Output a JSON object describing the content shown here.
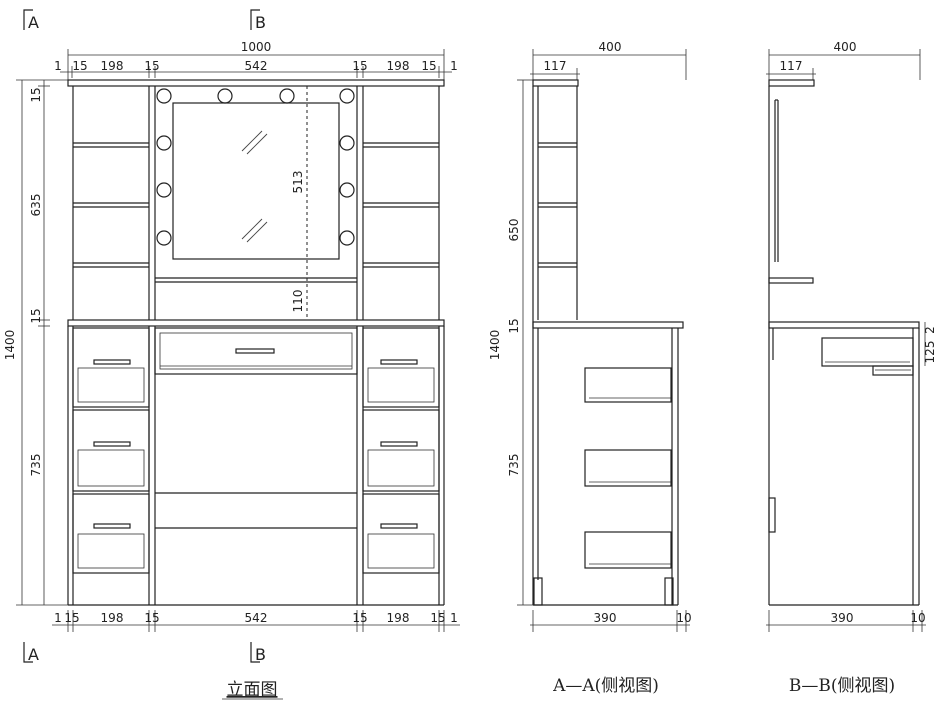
{
  "section_markers": {
    "top_left": "A",
    "top_mid": "B",
    "bottom_left": "A",
    "bottom_mid": "B"
  },
  "front_view": {
    "caption": "立面图",
    "overall_width": "1000",
    "overall_height": "1400",
    "top_row": [
      "1",
      "15",
      "198",
      "15",
      "542",
      "15",
      "198",
      "15",
      "1"
    ],
    "bottom_row": [
      "1",
      "15",
      "198",
      "15",
      "542",
      "15",
      "198",
      "15",
      "1"
    ],
    "left_heights": [
      "15",
      "635",
      "15",
      "735"
    ],
    "mirror_height": "513",
    "mirror_gap": "110"
  },
  "section_a": {
    "caption": "A—A(侧视图)",
    "depth": "400",
    "hutch_depth": "117",
    "height_total": "1400",
    "height_upper": "650",
    "top_thickness": "15",
    "height_lower": "735",
    "base_depth": "390",
    "base_offset": "10"
  },
  "section_b": {
    "caption": "B—B(侧视图)",
    "depth": "400",
    "hutch_depth": "117",
    "drawer_height": "125",
    "drawer_gap": "2",
    "base_depth": "390",
    "base_offset": "10"
  }
}
